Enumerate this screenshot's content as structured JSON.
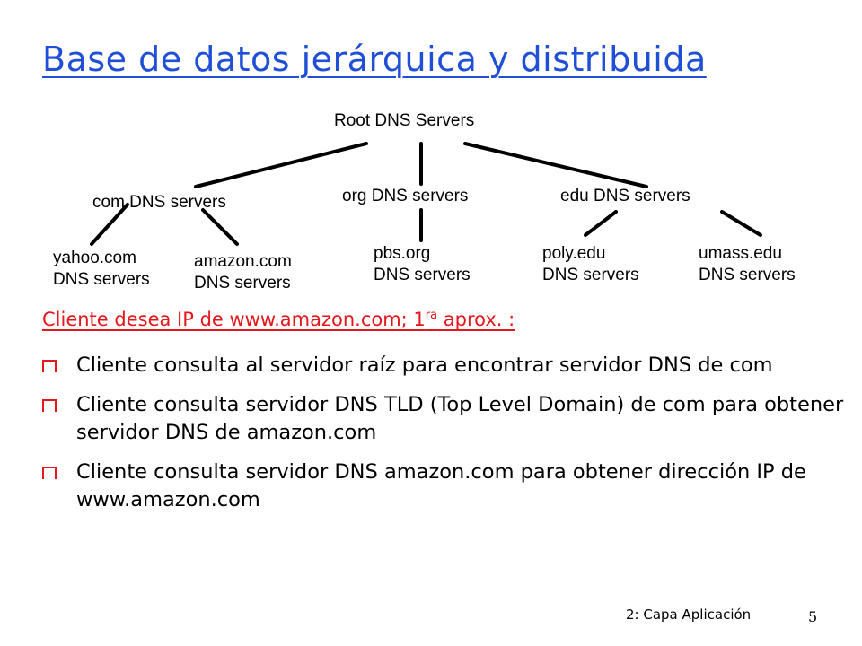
{
  "title": "Base de datos jerárquica y distribuida",
  "tree": {
    "root": "Root DNS Servers",
    "com": "com DNS servers",
    "org": "org DNS servers",
    "edu": "edu DNS servers",
    "yahoo": {
      "line1": "yahoo.com",
      "line2": "DNS servers"
    },
    "amazon": {
      "line1": "amazon.com",
      "line2": "DNS servers"
    },
    "pbs": {
      "line1": "pbs.org",
      "line2": "DNS servers"
    },
    "poly": {
      "line1": "poly.edu",
      "line2": "DNS servers"
    },
    "umass": {
      "line1": "umass.edu",
      "line2": "DNS servers"
    }
  },
  "subtitle": {
    "main": "Cliente desea IP de www.amazon.com; 1",
    "sup": "ra",
    "tail": " aprox. :"
  },
  "bullets": [
    "Cliente consulta al servidor raíz para encontrar servidor DNS de com",
    "Cliente consulta servidor DNS TLD (Top Level Domain) de com para obtener servidor DNS de amazon.com",
    "Cliente consulta servidor DNS amazon.com para obtener dirección IP de www.amazon.com"
  ],
  "footer": "2: Capa Aplicación",
  "page_number": "5",
  "colors": {
    "title": "#1f4fd6",
    "accent": "#e3171c",
    "text": "#000000"
  }
}
